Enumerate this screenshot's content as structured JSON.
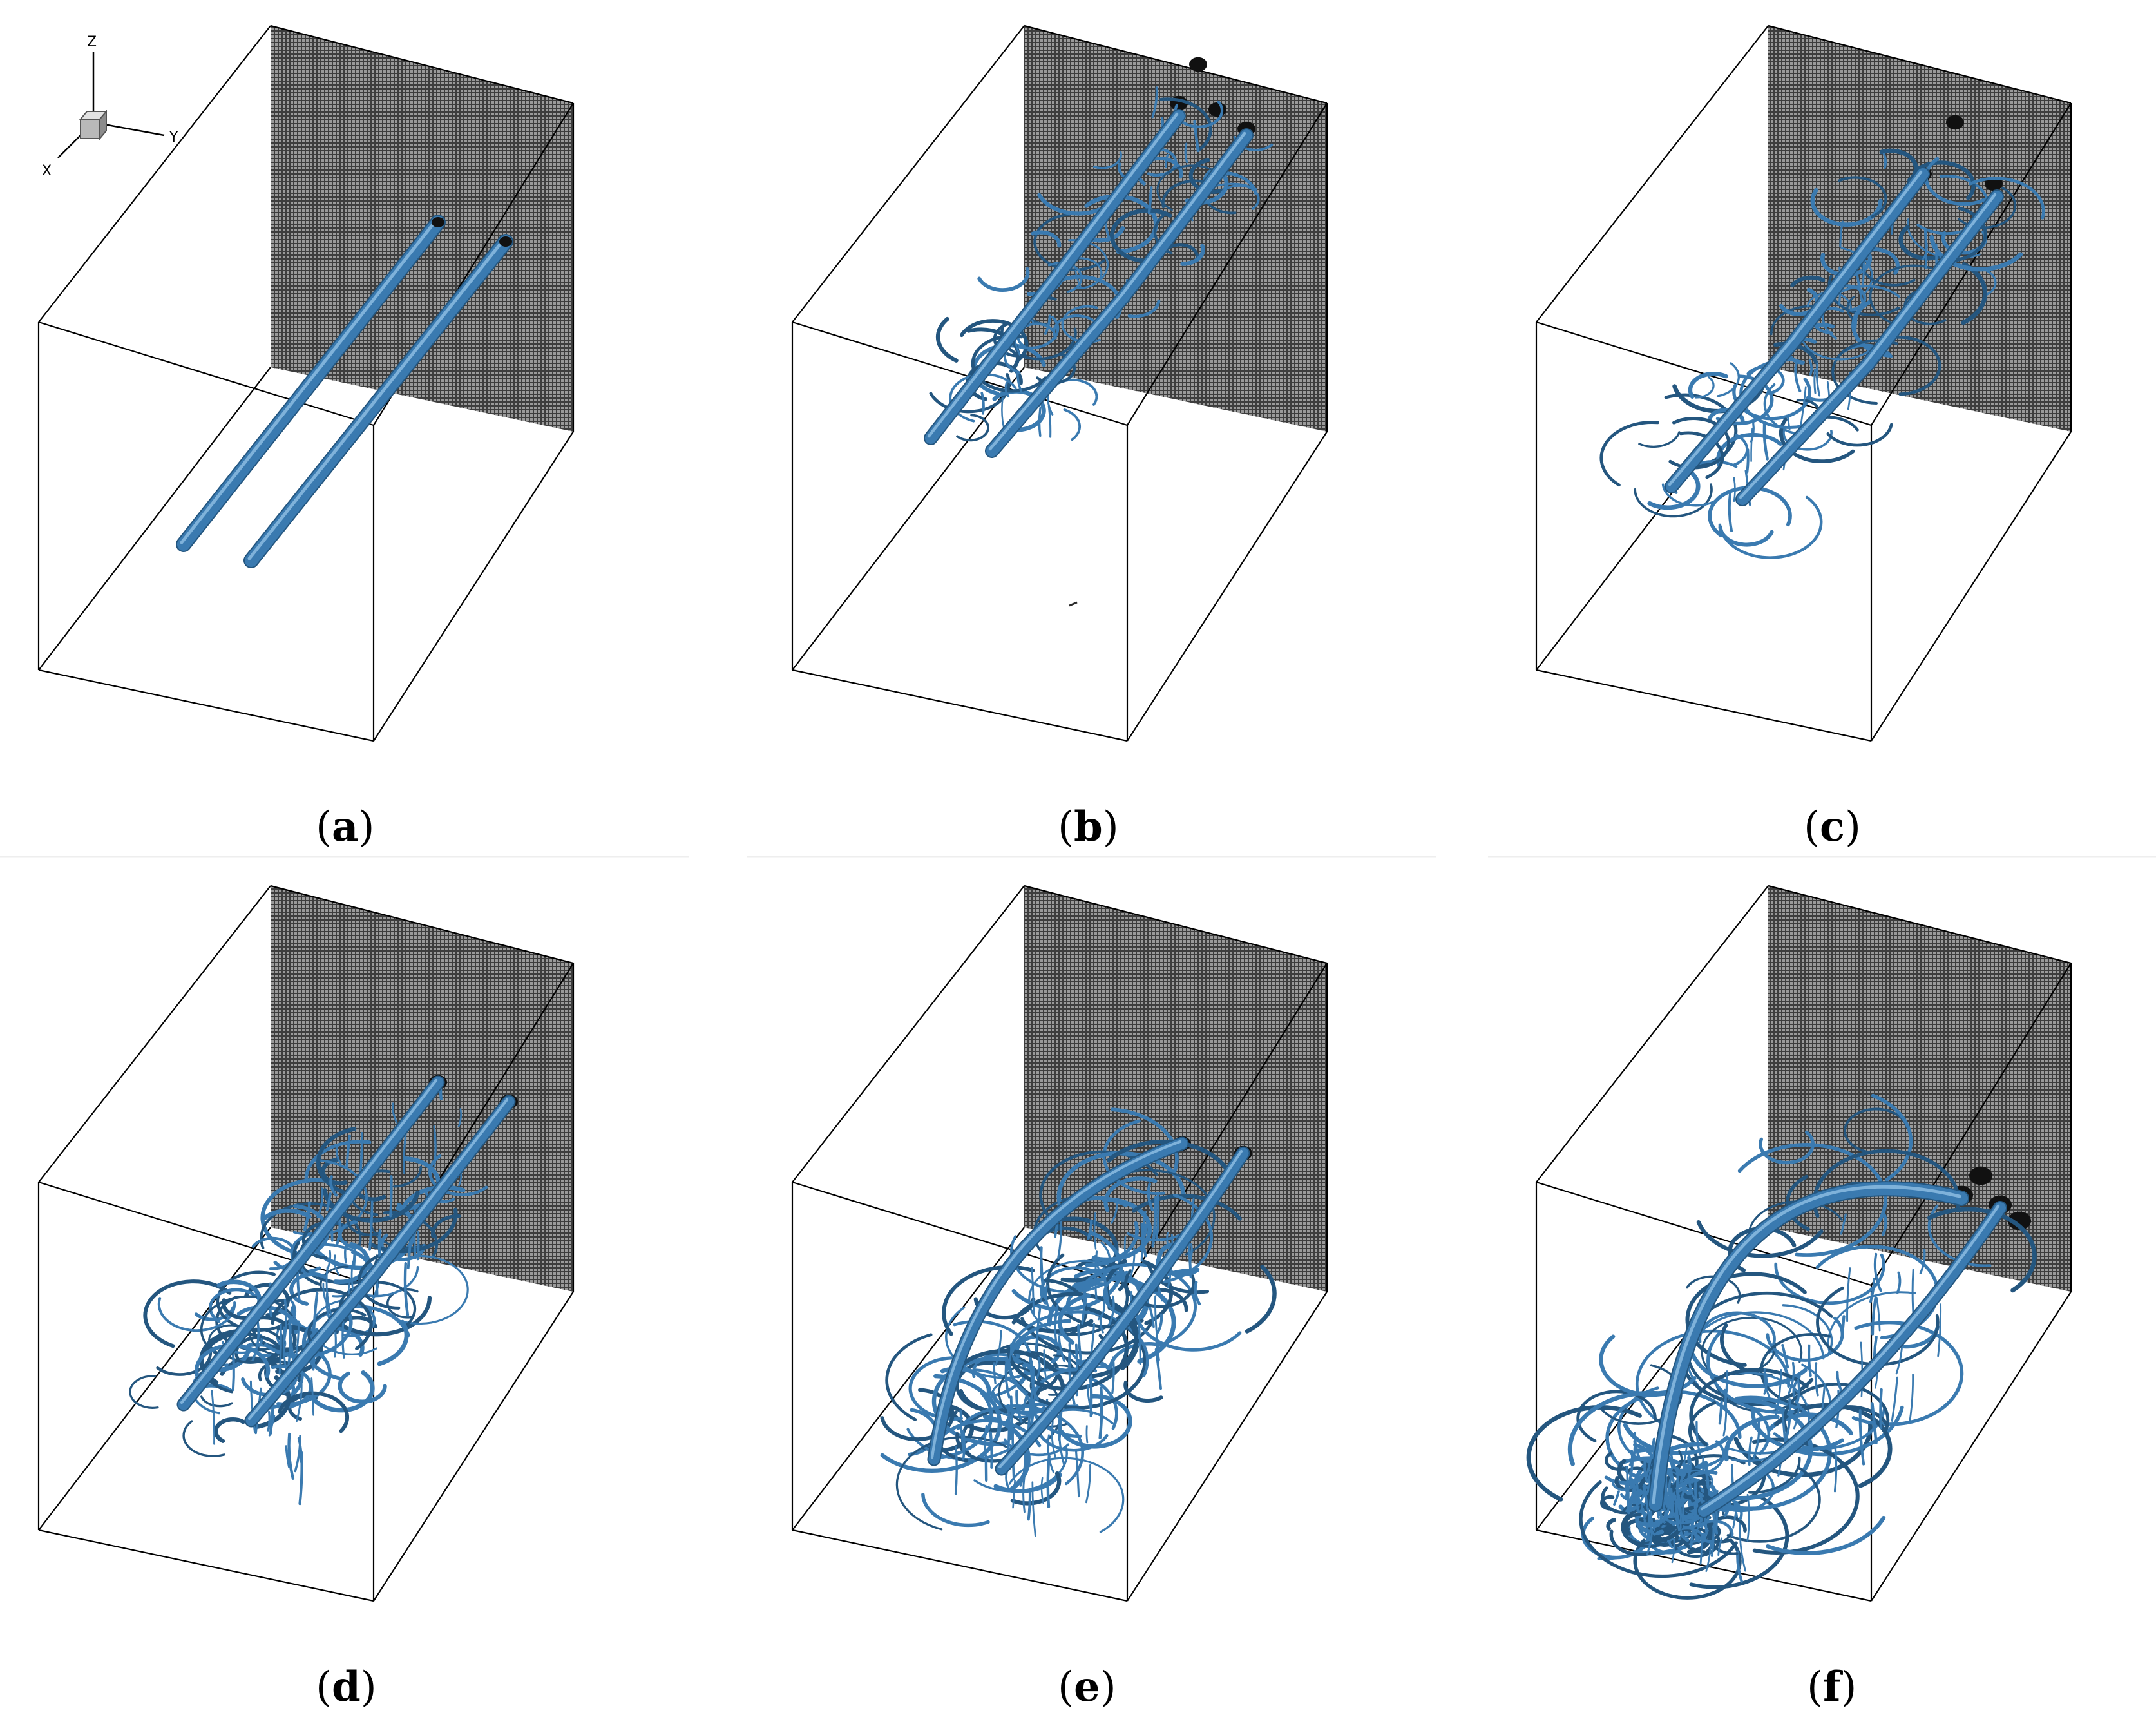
{
  "figure": {
    "orientation_triad": {
      "labels": {
        "z": "Z",
        "y": "Y",
        "x": "X"
      }
    },
    "panels": [
      {
        "id": "a",
        "letter": "a",
        "open": "(",
        "close": ")",
        "state": "initial straight vortex pair"
      },
      {
        "id": "b",
        "letter": "b",
        "open": "(",
        "close": ")",
        "state": "secondary vortex rings forming"
      },
      {
        "id": "c",
        "letter": "c",
        "open": "(",
        "close": ")",
        "state": "increasing secondary structures"
      },
      {
        "id": "d",
        "letter": "d",
        "open": "(",
        "close": ")",
        "state": "dense filaments around pair"
      },
      {
        "id": "e",
        "letter": "e",
        "open": "(",
        "close": ")",
        "state": "vortices curving"
      },
      {
        "id": "f",
        "letter": "f",
        "open": "(",
        "close": ")",
        "state": "vortices linked with turbulent end"
      }
    ],
    "colors": {
      "vortex": "#3a7ab0",
      "vortex_dark": "#24567f",
      "vortex_light": "#7fb2da",
      "mesh": "#2c2c2c",
      "box_edge": "#000000"
    }
  }
}
